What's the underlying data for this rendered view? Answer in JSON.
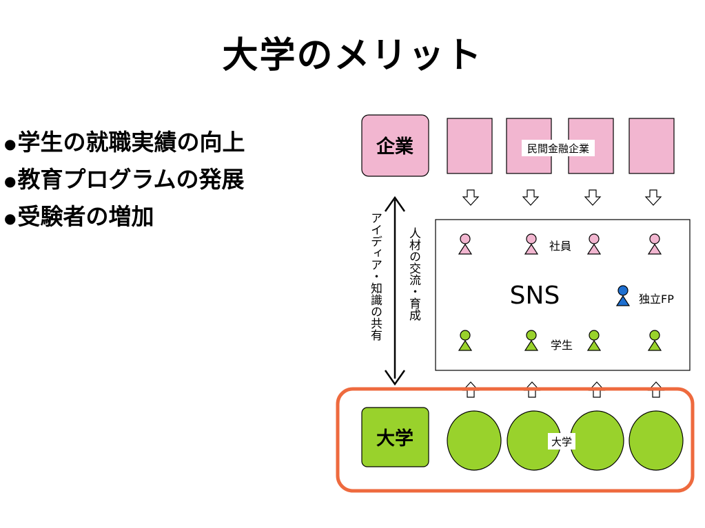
{
  "title": "大学のメリット",
  "bullets": [
    "学生の就職実績の向上",
    "教育プログラムの発展",
    "受験者の増加"
  ],
  "diagram": {
    "company_box": "企業",
    "financial_companies_label": "民間金融企業",
    "sns_label": "SNS",
    "employee_label": "社員",
    "independent_fp_label": "独立FP",
    "student_label": "学生",
    "university_box": "大学",
    "universities_label": "大学",
    "left_arrow_text": "アイディア・知識の共有",
    "right_arrow_text": "人材の交流・育成",
    "colors": {
      "pink": "#f2b6d0",
      "green": "#99d22c",
      "blue": "#1e6fd0",
      "orange": "#ee6a3e"
    }
  }
}
